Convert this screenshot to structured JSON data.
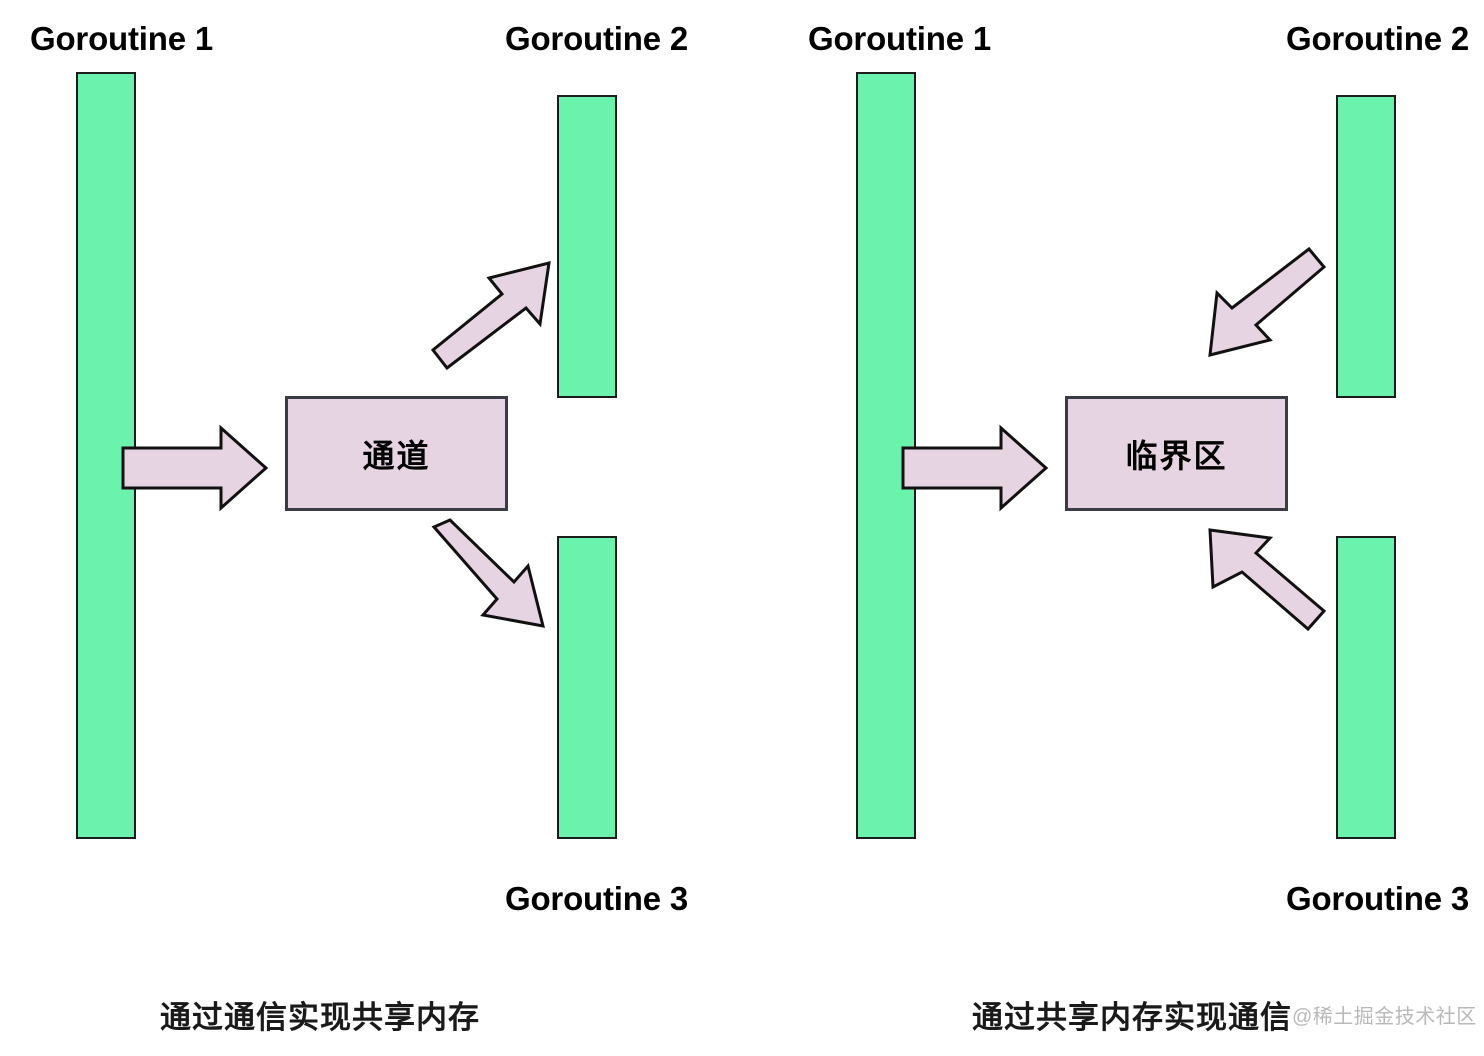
{
  "diagram": {
    "title_hidden": "",
    "colors": {
      "goroutine_bar_fill": "#6BF2AC",
      "goroutine_bar_stroke": "#1d1d1d",
      "box_fill": "#E6D4E3",
      "box_stroke": "#3b3b45",
      "arrow_fill": "#E6D4E3",
      "arrow_stroke": "#111111",
      "text": "#000000",
      "watermark": "#b9b9b9",
      "background": "#ffffff"
    },
    "panels": [
      {
        "id": "left",
        "caption": "通过通信实现共享内存",
        "center_box_label": "通道",
        "labels": {
          "goroutine1": "Goroutine 1",
          "goroutine2": "Goroutine 2",
          "goroutine3": "Goroutine 3"
        },
        "arrows": [
          {
            "name": "g1-to-channel",
            "direction": "right"
          },
          {
            "name": "channel-to-g2",
            "direction": "up-right"
          },
          {
            "name": "channel-to-g3",
            "direction": "down-right"
          }
        ]
      },
      {
        "id": "right",
        "caption": "通过共享内存实现通信",
        "center_box_label": "临界区",
        "labels": {
          "goroutine1": "Goroutine 1",
          "goroutine2": "Goroutine 2",
          "goroutine3": "Goroutine 3"
        },
        "arrows": [
          {
            "name": "g1-to-critical-section",
            "direction": "right"
          },
          {
            "name": "g2-to-critical-section",
            "direction": "down-left"
          },
          {
            "name": "g3-to-critical-section",
            "direction": "up-left"
          }
        ]
      }
    ],
    "watermark": "@稀土掘金技术社区"
  }
}
